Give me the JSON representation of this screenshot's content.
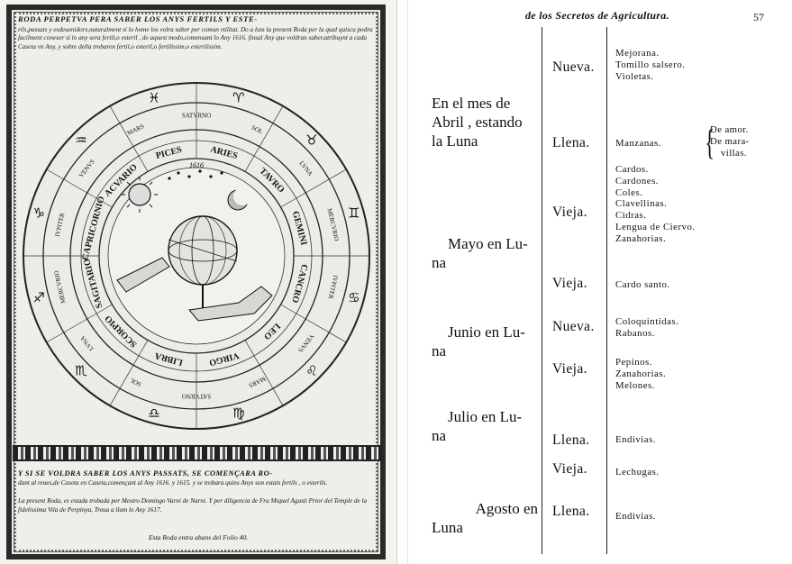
{
  "left": {
    "title": "RODA PERPETVA PERA SABER LOS ANYS FERTILS Y ESTE-",
    "intro": "rils,passats y esdeuenidors,naturalment si lo home los volra saber per comun vtilitat. Do a lum la present Roda per la qual quiscu podra facilment conexer si lo any sera fertil,o esteril , de aquest modo,comensant lo Any 1616. finsal Any que voldran saber,atribuynt a cada Caseta vn Any, y sobre della trobaren fertil,o esteril,o fertilissim,o esterilissim.",
    "wheel": {
      "signs": [
        "ARIES",
        "TAVRO",
        "GEMINI",
        "CANCRO",
        "LEO",
        "VIRGO",
        "LIBRA",
        "SCORPIO",
        "SAGITARIO",
        "CAPRICORNIO",
        "ACVARIO",
        "PICES"
      ],
      "planets": [
        "SATVRNO",
        "SOL",
        "LVNA",
        "MERCVRIO",
        "IVPITER",
        "VENVS",
        "MARS"
      ],
      "center_year": "1616"
    },
    "footer_title": "Y SI SE VOLDRA SABER LOS ANYS PASSATS, SE COMENÇARA RO-",
    "footer_body": "dant al reues,de Caseta en Caseta,començant al Any 1616. y 1615. y se trobara quins Anys son estats fertils , o esterils.",
    "footer_note": "La present Roda, es estada trobada per Mestro Domingo Varni de Narni. Y per diligencia de Fra Miquel Agusti Prior del Temple de la fidelissima Vila de Perpinya, Treua a llum lo Any 1617.",
    "footer_sign": "Esta Roda entra abans del Folio 40."
  },
  "right": {
    "running_head": "de los Secretos de Agricultura.",
    "page_number": "57",
    "rows": [
      {
        "month": [
          "En el mes de",
          "Abril , estando",
          "la Luna"
        ],
        "phase": "Nueva.",
        "plants": [
          "Mejorana.",
          "Tomillo salsero.",
          "Violetas."
        ]
      },
      {
        "month": [],
        "phase": "Llena.",
        "plants": [
          "Manzanas."
        ],
        "side_note": [
          "De amor.",
          "De mara-",
          "villas."
        ]
      },
      {
        "month": [],
        "phase": "Vieja.",
        "plants": [
          "Cardos.",
          "Cardones.",
          "Coles.",
          "Clavellinas.",
          "Cidras.",
          "Lengua de Ciervo.",
          "Zanahorias."
        ]
      },
      {
        "month": [
          "Mayo en Lu-",
          "na"
        ],
        "phase": "Vieja.",
        "plants": [
          "Cardo santo."
        ]
      },
      {
        "month": [
          "Junio en Lu-",
          "na"
        ],
        "phase": "Nueva.",
        "plants": [
          "Coloquintidas.",
          "Rabanos."
        ]
      },
      {
        "month": [],
        "phase": "Vieja.",
        "plants": [
          "Pepinos.",
          "Zanahorias.",
          "Melones."
        ]
      },
      {
        "month": [
          "Julio en Lu-",
          "na"
        ],
        "phase": "Llena.",
        "plants": [
          "Endivias."
        ]
      },
      {
        "month": [],
        "phase": "Vieja.",
        "plants": [
          "Lechugas."
        ]
      },
      {
        "month": [
          "Agosto en",
          "Luna"
        ],
        "phase": "Llena.",
        "plants": [
          "Endivias."
        ]
      }
    ]
  }
}
